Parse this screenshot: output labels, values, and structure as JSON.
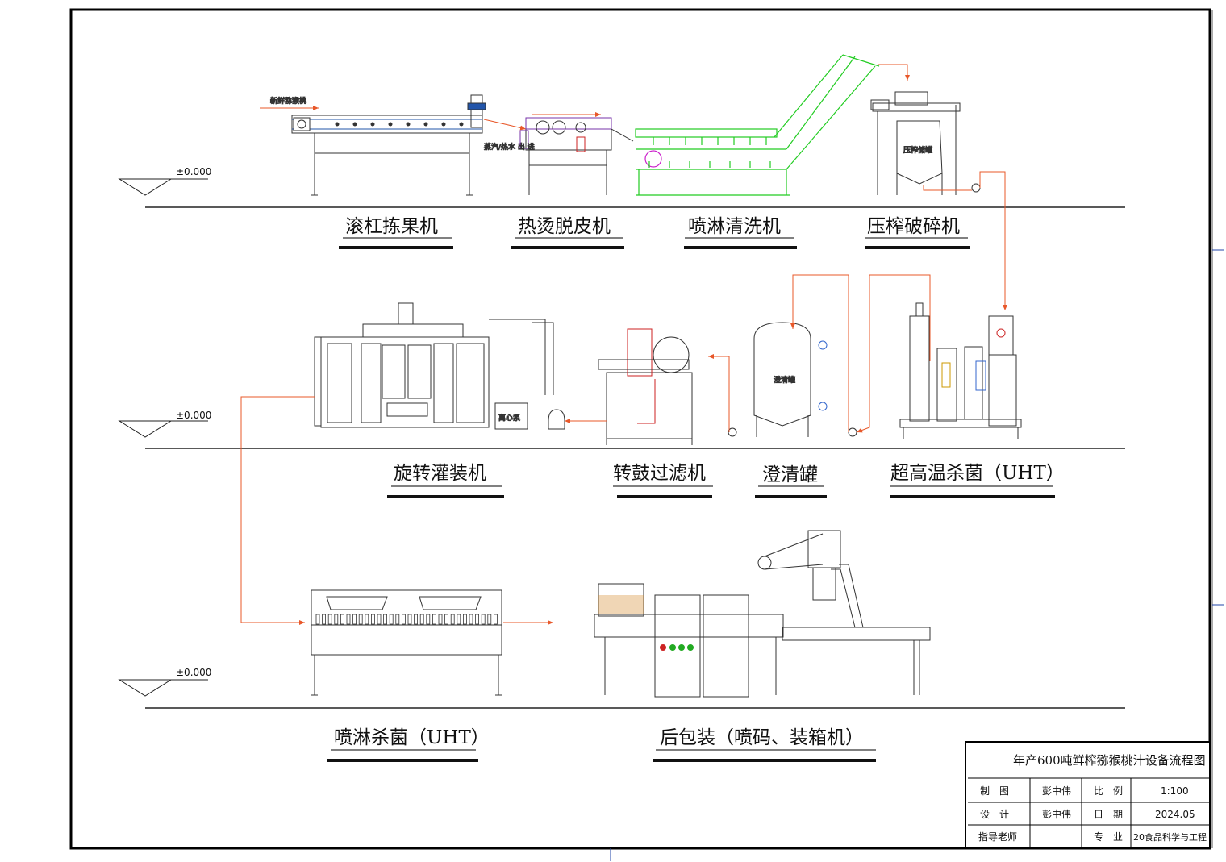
{
  "elevation_mark": "±0.000",
  "input_label": "新鲜猕猴桃",
  "machines": {
    "roller_sorter": "滚杠拣果机",
    "peeler": "热烫脱皮机",
    "spray_washer": "喷淋清洗机",
    "press_crusher": "压榨破碎机",
    "rotary_filler": "旋转灌装机",
    "drum_filter": "转鼓过滤机",
    "clarifier": "澄清罐",
    "uht": "超高温杀菌（UHT）",
    "spray_sterilizer": "喷淋杀菌（UHT）",
    "post_packaging": "后包装（喷码、装箱机）"
  },
  "equipment_text": {
    "press_tank": "压榨储罐",
    "clarify_tank": "澄清罐",
    "centrifugal_pump": "离心泵",
    "peeler_note": "蒸汽/热水 出 进"
  },
  "title_block": {
    "title": "年产600吨鲜榨猕猴桃汁设备流程图",
    "drawn_label": "制　图",
    "drawn_value": "彭中伟",
    "scale_label": "比　例",
    "scale_value": "1:100",
    "design_label": "设　计",
    "design_value": "彭中伟",
    "date_label": "日　期",
    "date_value": "2024.05",
    "advisor_label": "指导老师",
    "advisor_value": "",
    "major_label": "专　业",
    "major_value": "20食品科学与工程"
  },
  "colors": {
    "frame": "#000000",
    "flow": "#e8582a",
    "washer": "#22cc22",
    "equipment": "#333333",
    "accent_red": "#cc2222",
    "accent_blue": "#3366cc"
  }
}
